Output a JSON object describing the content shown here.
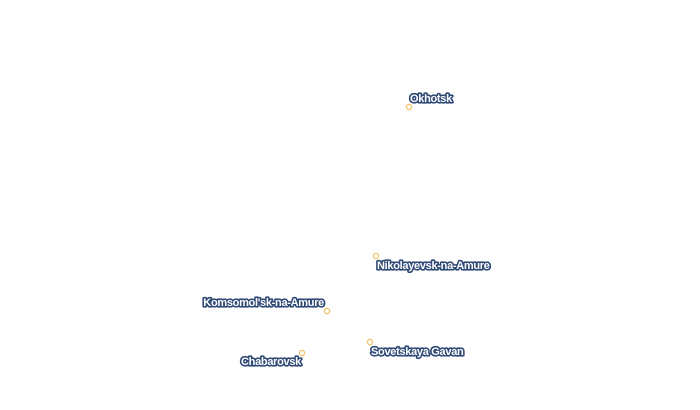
{
  "map": {
    "cities": [
      {
        "id": "okhotsk",
        "name": "Okhotsk"
      },
      {
        "id": "nikolayevsk",
        "name": "Nikolayevsk-na-Amure"
      },
      {
        "id": "komsomolsk",
        "name": "Komsomol'sk-na-Amure"
      },
      {
        "id": "sovetskaya-gavan",
        "name": "Sovetskaya Gavan"
      },
      {
        "id": "chabarovsk",
        "name": "Chabarovsk"
      }
    ],
    "colors": {
      "background": "#ffffff",
      "marker_stroke": "#f2c063",
      "marker_fill": "#ffffff",
      "label_text": "#ffffff",
      "label_halo": "#2f4a76"
    }
  }
}
